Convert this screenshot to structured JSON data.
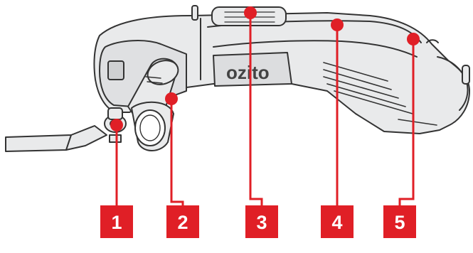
{
  "brand": {
    "logo_text": "ozito",
    "logo_color": "#444444"
  },
  "colors": {
    "callout": "#e01f26",
    "tool_body": "#e9eaeb",
    "tool_outline": "#333333",
    "background": "#ffffff"
  },
  "callouts": [
    {
      "number": "1",
      "target": "blade-clamp"
    },
    {
      "number": "2",
      "target": "dust-extraction-adaptor"
    },
    {
      "number": "3",
      "target": "variable-speed-dial"
    },
    {
      "number": "4",
      "target": "on-off-switch"
    },
    {
      "number": "5",
      "target": "power-cord"
    }
  ]
}
